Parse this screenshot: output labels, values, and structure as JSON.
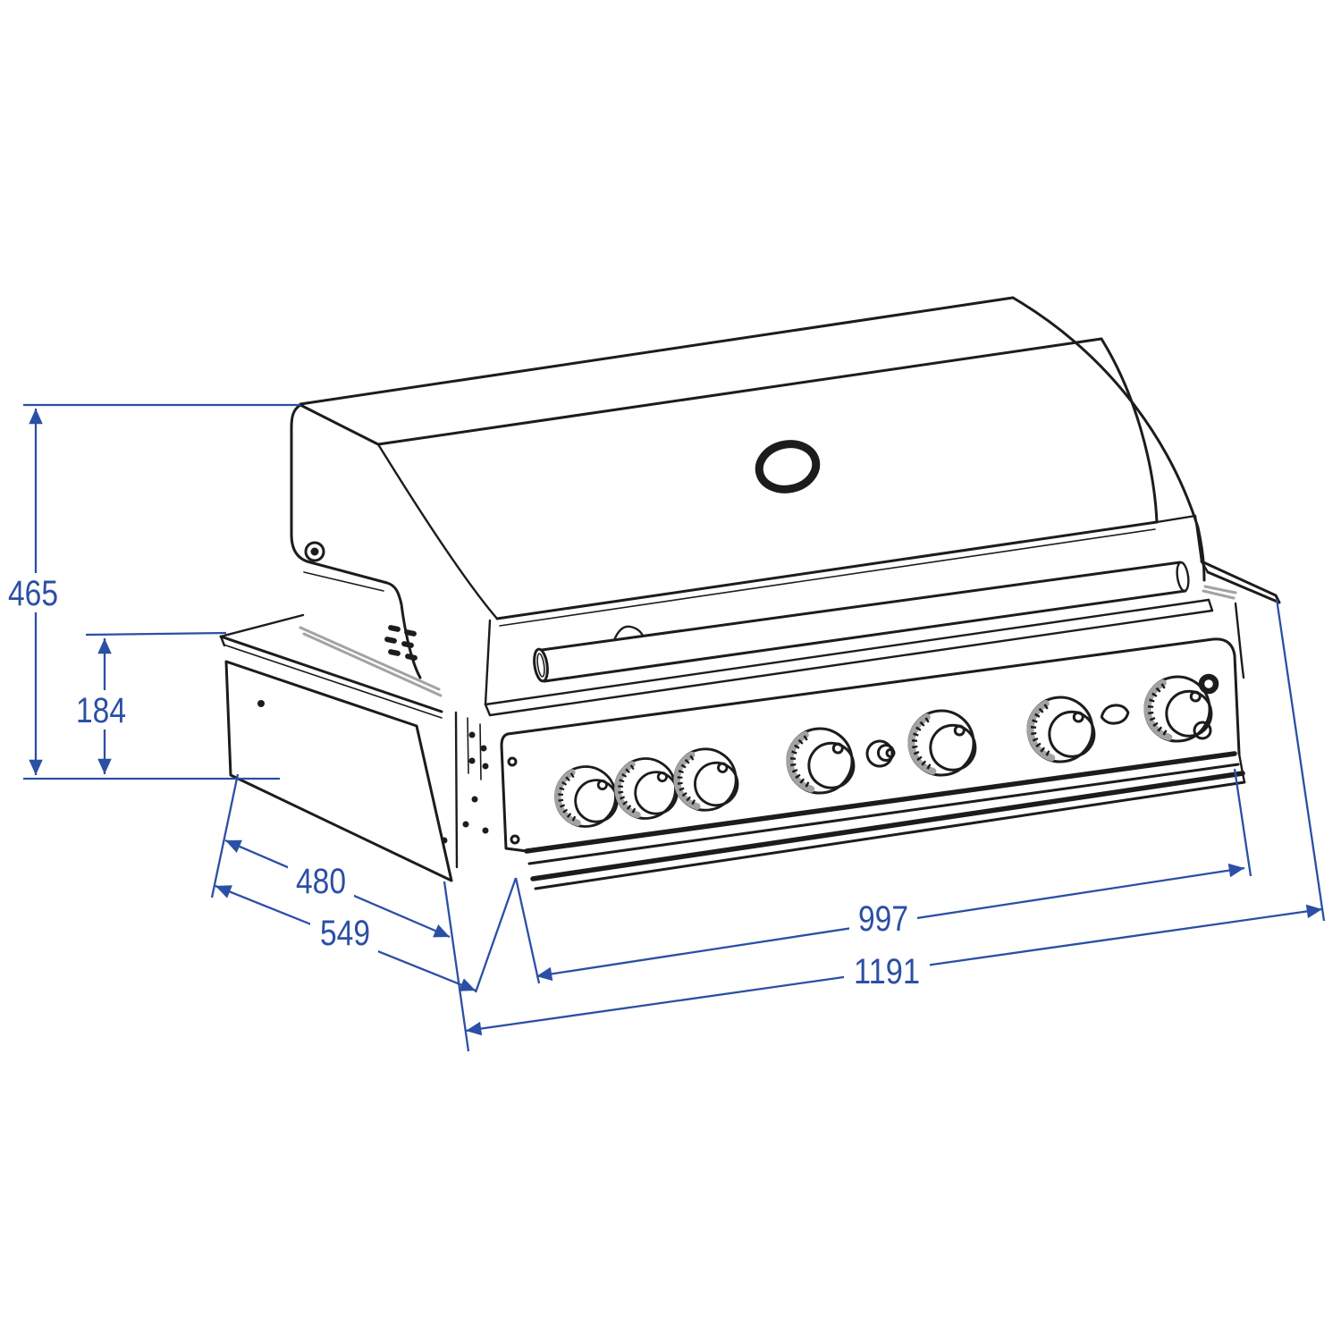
{
  "drawing": {
    "subject": "built-in-bbq-grill-isometric-line-drawing",
    "background_color": "#ffffff",
    "outline_color": "#1c1c1c",
    "dimension_color": "#2b4fa5",
    "shading_color": "#a3a3a3"
  },
  "dimensions": {
    "height_total": {
      "value": "465"
    },
    "cutout_height": {
      "value": "184"
    },
    "cutout_depth": {
      "value": "480"
    },
    "total_depth": {
      "value": "549"
    },
    "cutout_width": {
      "value": "997"
    },
    "total_width": {
      "value": "1191"
    }
  },
  "features": {
    "burner_knobs": 7,
    "vent_slots": 6,
    "has_thermometer": true,
    "has_igniter": true
  }
}
